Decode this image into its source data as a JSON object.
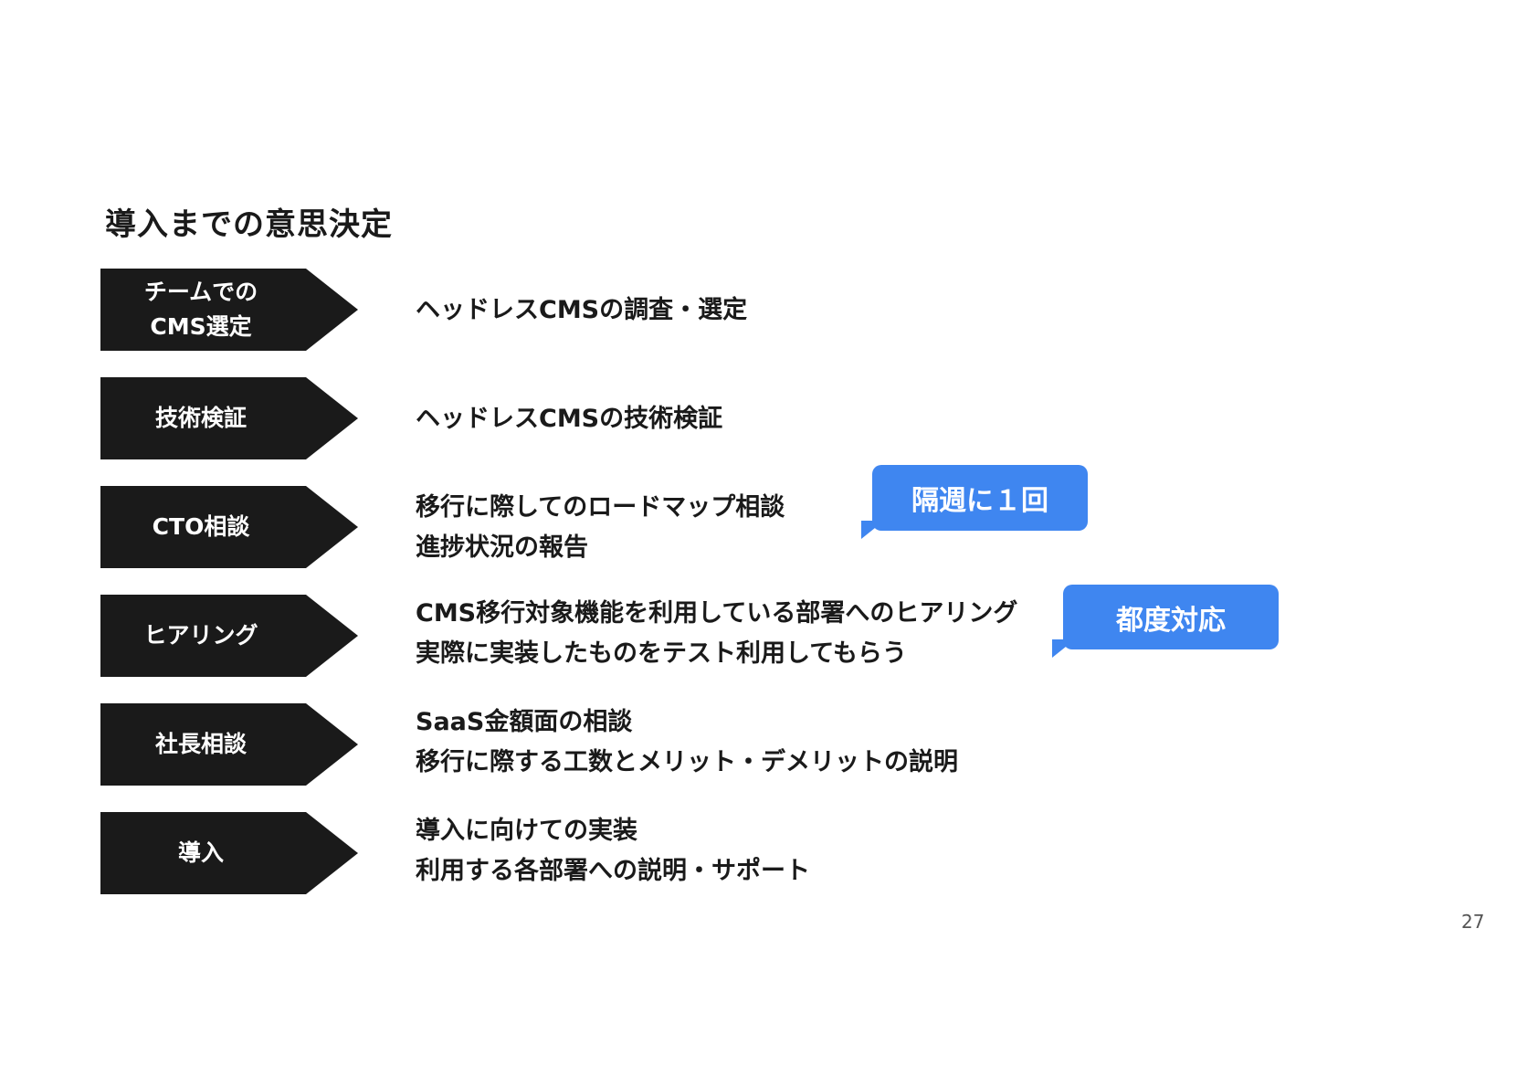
{
  "slide": {
    "title": "導入までの意思決定",
    "page_number": "27"
  },
  "steps": [
    {
      "label_lines": [
        "チームでの",
        "CMS選定"
      ],
      "description_lines": [
        "ヘッドレスCMSの調査・選定"
      ]
    },
    {
      "label_lines": [
        "技術検証"
      ],
      "description_lines": [
        "ヘッドレスCMSの技術検証"
      ]
    },
    {
      "label_lines": [
        "CTO相談"
      ],
      "description_lines": [
        "移行に際してのロードマップ相談",
        "進捗状況の報告"
      ]
    },
    {
      "label_lines": [
        "ヒアリング"
      ],
      "description_lines": [
        "CMS移行対象機能を利用している部署へのヒアリング",
        "実際に実装したものをテスト利用してもらう"
      ]
    },
    {
      "label_lines": [
        "社長相談"
      ],
      "description_lines": [
        "SaaS金額面の相談",
        "移行に際する工数とメリット・デメリットの説明"
      ]
    },
    {
      "label_lines": [
        "導入"
      ],
      "description_lines": [
        "導入に向けての実装",
        "利用する各部署への説明・サポート"
      ]
    }
  ],
  "callouts": {
    "cto": "隔週に１回",
    "hearing": "都度対応"
  },
  "colors": {
    "step_fill": "#1a1a1a",
    "step_text": "#ffffff",
    "callout_fill": "#3f86f0",
    "callout_text": "#ffffff"
  }
}
